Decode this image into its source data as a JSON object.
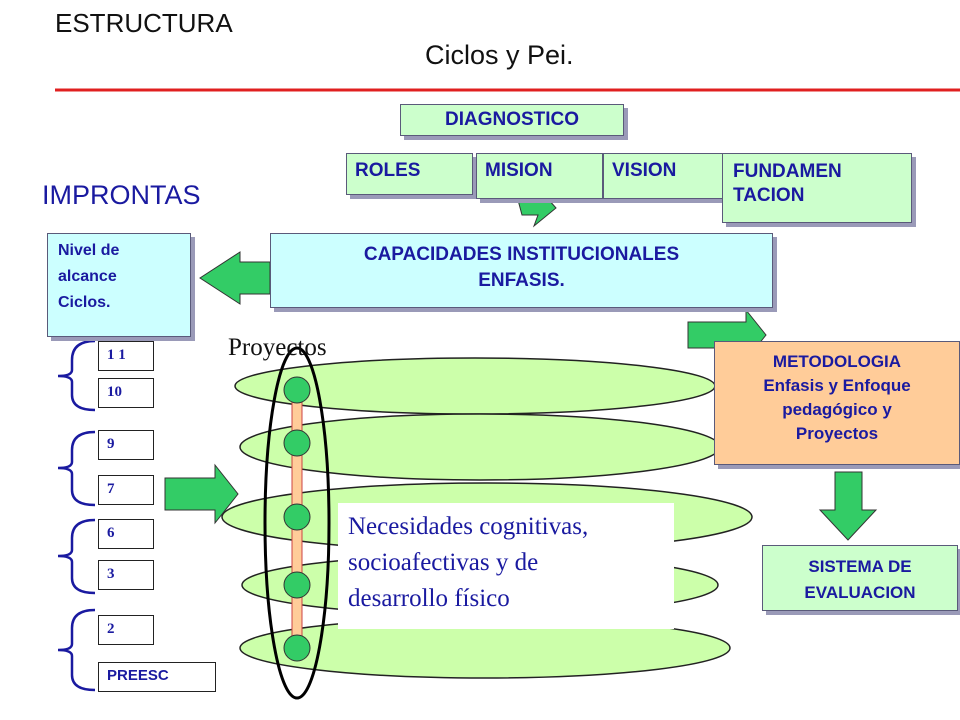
{
  "header": {
    "title": "ESTRUCTURA",
    "subtitle": "Ciclos y Pei."
  },
  "boxes": {
    "diagnostico": "DIAGNOSTICO",
    "roles": "ROLES",
    "mision": "MISION",
    "vision": "VISION",
    "fundamentacion_1": "FUNDAMEN",
    "fundamentacion_2": "TACION",
    "capacidades_1": "CAPACIDADES INSTITUCIONALES",
    "capacidades_2": "ENFASIS.",
    "nivel_1": "Nivel de",
    "nivel_2": "alcance",
    "nivel_3": "Ciclos.",
    "metodologia_1": "METODOLOGIA",
    "metodologia_2": "Enfasis y Enfoque",
    "metodologia_3": "pedagógico y",
    "metodologia_4": "Proyectos",
    "evaluacion_1": "SISTEMA  DE",
    "evaluacion_2": "EVALUACION"
  },
  "labels": {
    "improntas": "IMPRONTAS",
    "proyectos": "Proyectos",
    "necesidades_1": "Necesidades  cognitivas,",
    "necesidades_2": "socioafectivas  y de",
    "necesidades_3": "desarrollo físico"
  },
  "levels": [
    "1 1",
    "10",
    "9",
    "7",
    "6",
    "3",
    "2",
    "PREESC"
  ],
  "colors": {
    "title_rule": "#e02020",
    "box_green": "#ccffcc",
    "box_cyan": "#ccffff",
    "box_orange": "#ffcc99",
    "arrow_green": "#33cc66",
    "text_blue": "#1a1aa0",
    "ellipse_fill": "#ccffaa"
  }
}
